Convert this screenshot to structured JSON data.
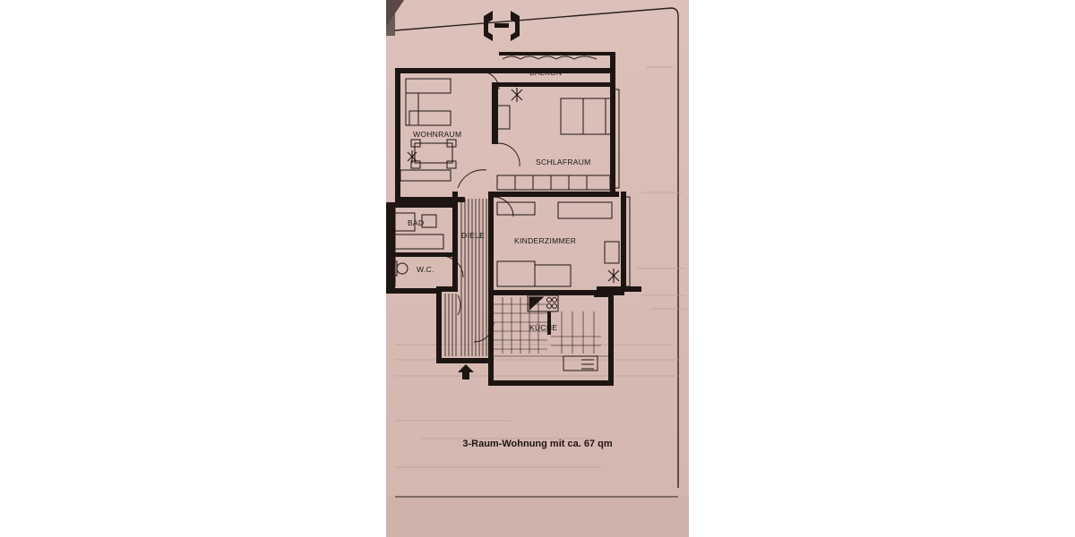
{
  "document": {
    "caption": "3-Raum-Wohnung mit ca. 67 qm",
    "logo": "company-logo-mark"
  },
  "floorplan": {
    "rooms": {
      "balkon": "BALKON",
      "wohnraum": "WOHNRAUM",
      "schlafraum": "SCHLAFRAUM",
      "bad": "BAD",
      "diele": "DIELE",
      "kinderzimmer": "KINDERZIMMER",
      "wc": "W.C.",
      "kueche": "KÜCHE"
    },
    "entrance_icon": "entrance-arrow-icon"
  },
  "colors": {
    "paper": "#d8bcb5",
    "ink": "#1d1513",
    "background": "#ffffff"
  }
}
